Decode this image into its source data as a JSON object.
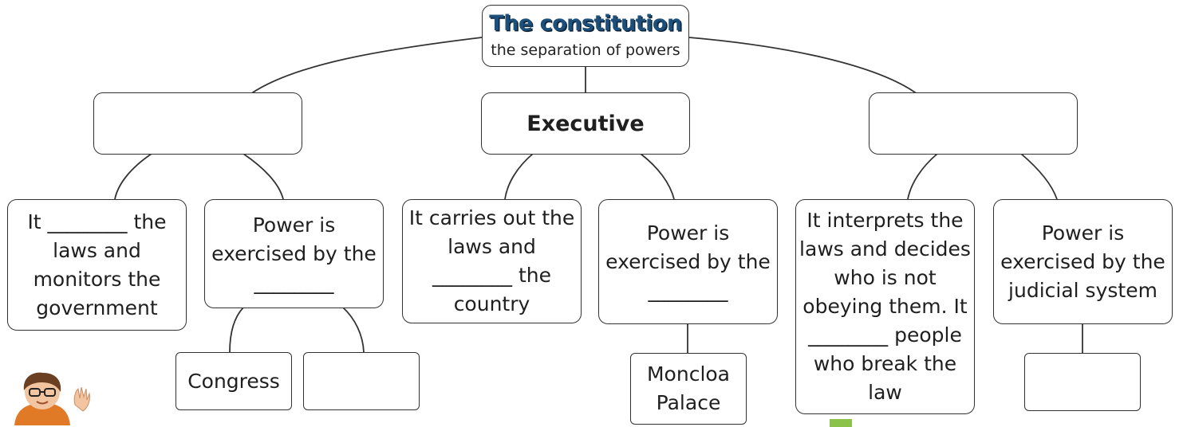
{
  "title": "The constitution",
  "subtitle": "the separation of powers",
  "branches": {
    "left": {
      "label": ""
    },
    "center": {
      "label": "Executive"
    },
    "right": {
      "label": ""
    }
  },
  "details": {
    "legislative_role": "It ________ the\nlaws and\nmonitors the\ngovernment",
    "legislative_power": "Power is\nexercised by the\n________",
    "executive_role": "It carries out the\nlaws and\n________ the\ncountry",
    "executive_power": "Power is\nexercised by the\n________",
    "judicial_role": "It interprets the\nlaws and decides\nwho is not\nobeying them. It\n________ people\nwho break the\nlaw",
    "judicial_power": "Power is\nexercised by the\njudicial system"
  },
  "leaves": {
    "congress": "Congress",
    "blank_chamber": "",
    "moncloa": "Moncloa\nPalace",
    "blank_judicial": ""
  },
  "colors": {
    "title": "#1c4f7a",
    "border": "#333333",
    "logo_accent": "#8bc34a"
  },
  "decorations": {
    "avatar": "waving-avatar-icon",
    "logo": "liveworksheets-logo"
  }
}
